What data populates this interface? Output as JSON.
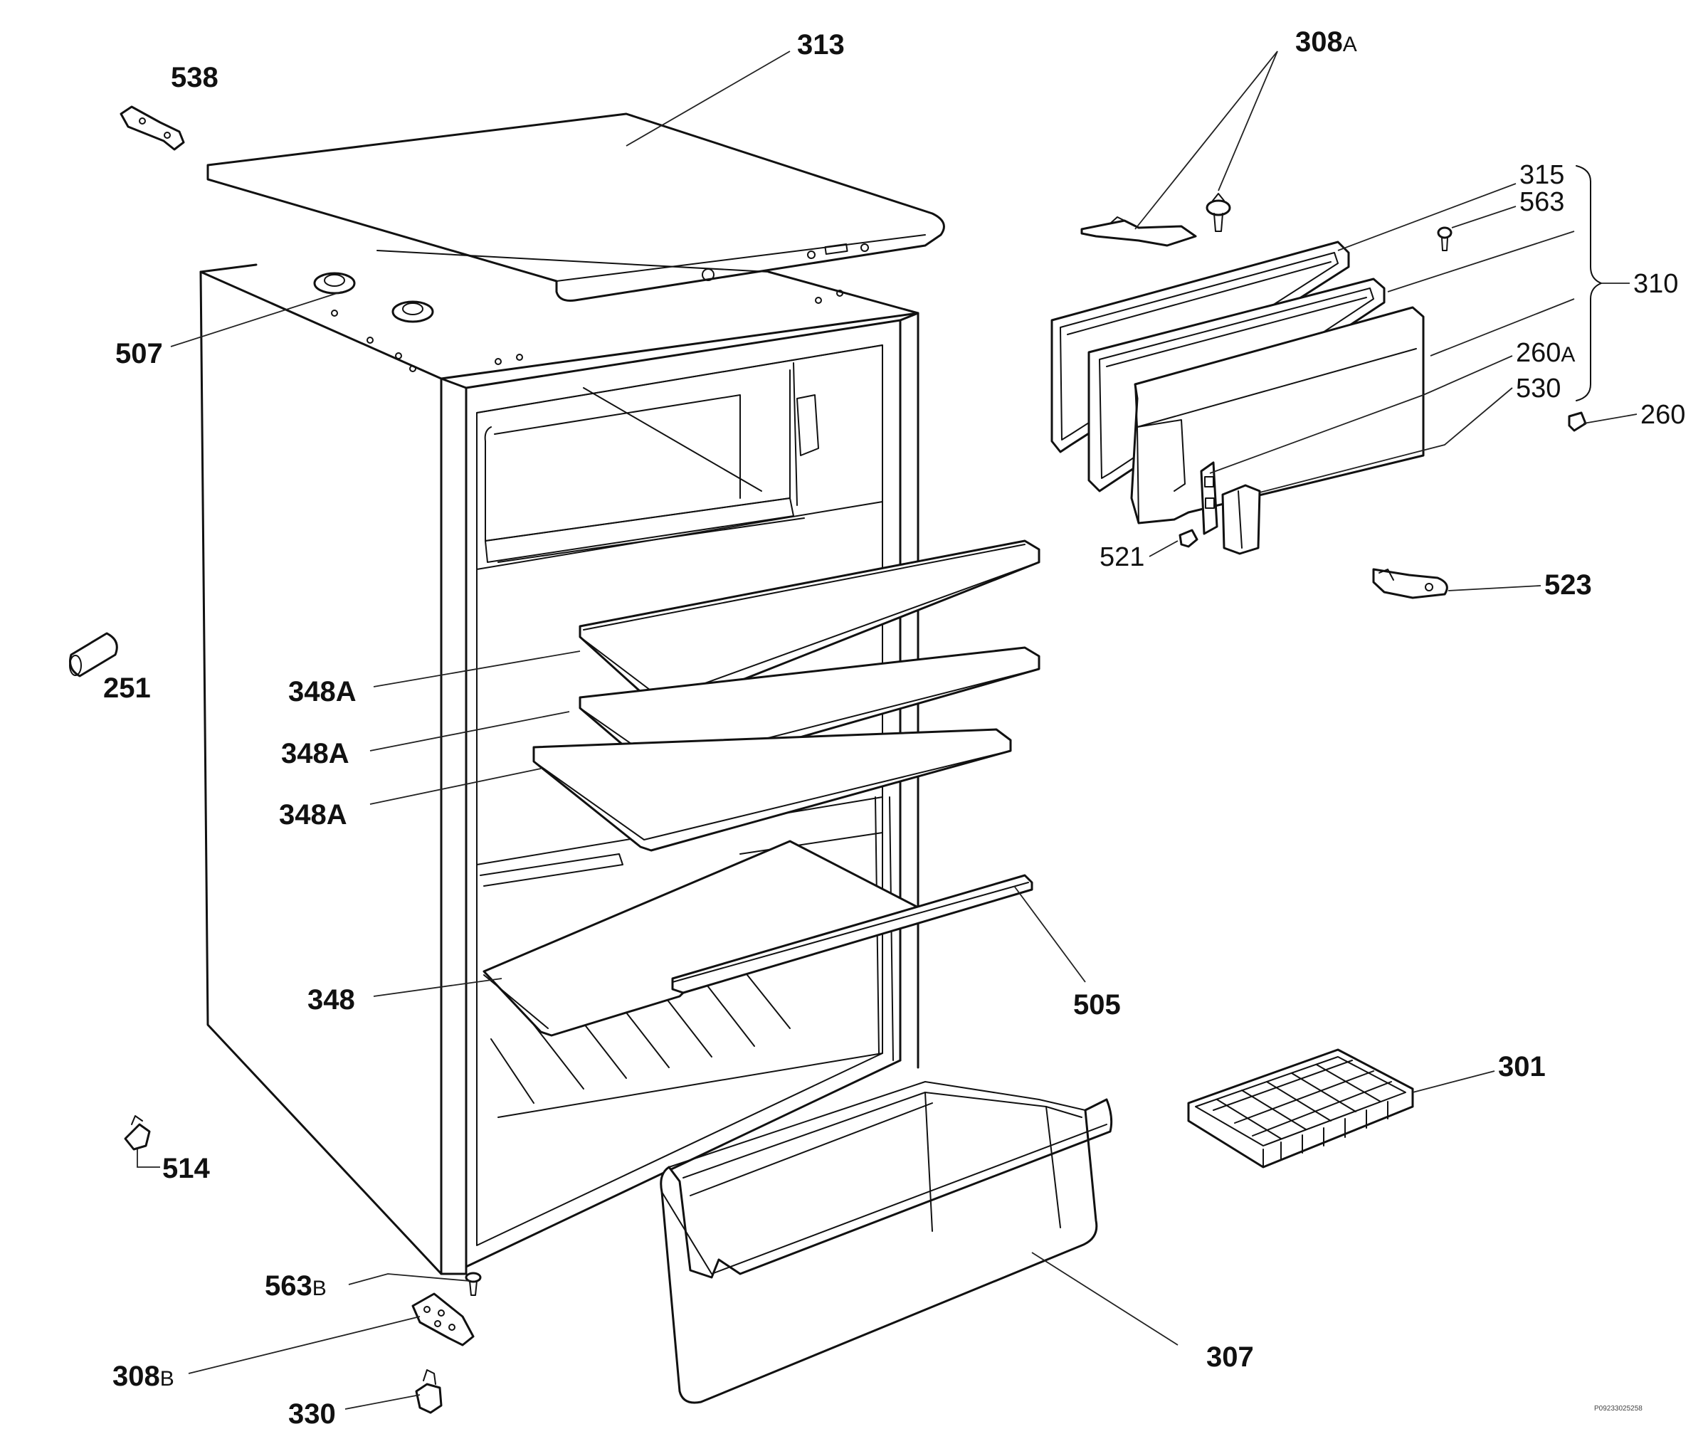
{
  "labels": {
    "p313": {
      "num": "313",
      "sfx": ""
    },
    "p308a": {
      "num": "308",
      "sfx": "A"
    },
    "p538": {
      "num": "538",
      "sfx": ""
    },
    "p315": {
      "num": "315",
      "sfx": ""
    },
    "p563": {
      "num": "563",
      "sfx": ""
    },
    "p310": {
      "num": "310",
      "sfx": ""
    },
    "p260a": {
      "num": "260",
      "sfx": "A"
    },
    "p530": {
      "num": "530",
      "sfx": ""
    },
    "p260": {
      "num": "260",
      "sfx": ""
    },
    "p507": {
      "num": "507",
      "sfx": ""
    },
    "p521": {
      "num": "521",
      "sfx": ""
    },
    "p523": {
      "num": "523",
      "sfx": ""
    },
    "p251": {
      "num": "251",
      "sfx": ""
    },
    "p348a1": {
      "num": "348A",
      "sfx": ""
    },
    "p348a2": {
      "num": "348A",
      "sfx": ""
    },
    "p348a3": {
      "num": "348A",
      "sfx": ""
    },
    "p348": {
      "num": "348",
      "sfx": ""
    },
    "p505": {
      "num": "505",
      "sfx": ""
    },
    "p301": {
      "num": "301",
      "sfx": ""
    },
    "p514": {
      "num": "514",
      "sfx": ""
    },
    "p563b": {
      "num": "563",
      "sfx": "B"
    },
    "p308b": {
      "num": "308",
      "sfx": "B"
    },
    "p307": {
      "num": "307",
      "sfx": ""
    },
    "p330": {
      "num": "330",
      "sfx": ""
    }
  },
  "drawing_code": "P09233025258"
}
